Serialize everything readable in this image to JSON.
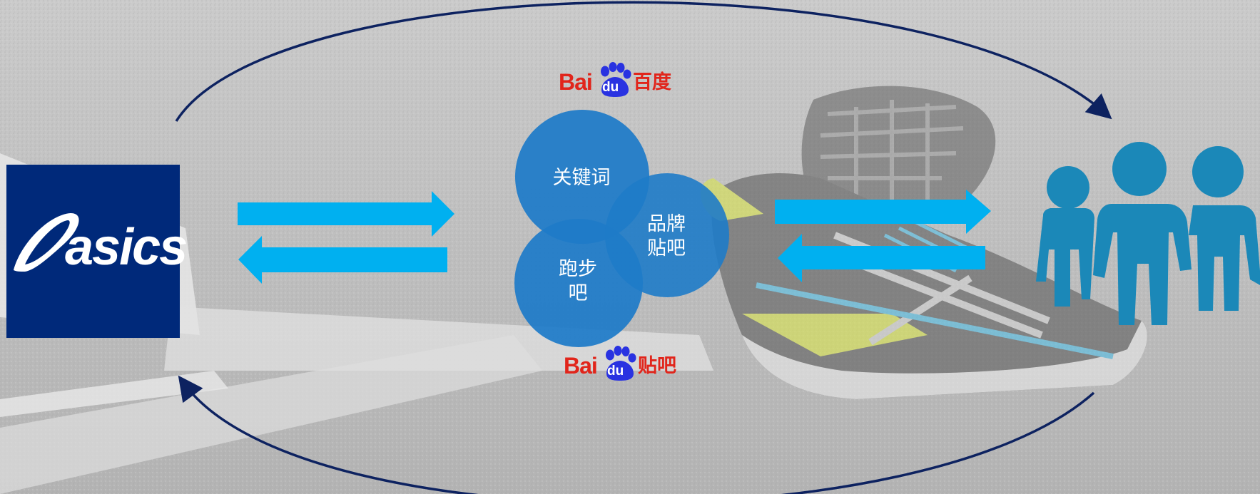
{
  "top_title": "",
  "brand_logo": {
    "name": "asics",
    "text": "asics",
    "colors": {
      "background": "#00297a",
      "foreground": "#ffffff"
    }
  },
  "baidu_search_logo": {
    "latin": "Bai",
    "paw": "du",
    "chinese": "百度"
  },
  "baidu_tieba_logo": {
    "latin": "Bai",
    "paw": "du",
    "chinese": "贴吧"
  },
  "circles": [
    {
      "id": "keywords",
      "label": "关键词"
    },
    {
      "id": "brand-tieba",
      "label": "品牌\n贴吧"
    },
    {
      "id": "running-tieba",
      "label": "跑步\n吧"
    }
  ],
  "flow_arrows": [
    {
      "id": "brand-to-baidu",
      "direction": "right"
    },
    {
      "id": "baidu-to-brand",
      "direction": "left"
    },
    {
      "id": "baidu-to-users",
      "direction": "right"
    },
    {
      "id": "users-to-baidu",
      "direction": "left"
    }
  ],
  "users_icon": "group-of-people-icon",
  "colors": {
    "circle_fill": "#1e7bc8",
    "arrow_fill": "#00b0f0",
    "curve_stroke": "#0d2260",
    "people_fill": "#1b88b8",
    "baidu_red": "#e1251b",
    "baidu_blue": "#2932e1"
  }
}
